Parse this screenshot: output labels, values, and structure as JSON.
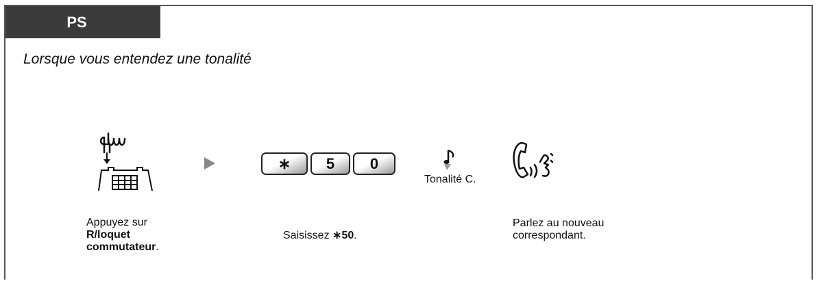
{
  "header": {
    "tab_label": "PS"
  },
  "subtitle": "Lorsque vous entendez une tonalité",
  "steps": {
    "flash": {
      "line1": "Appuyez sur",
      "bold1": "R/loquet",
      "bold2": "commutateur",
      "suffix": "."
    },
    "dial": {
      "keys": [
        "∗",
        "5",
        "0"
      ],
      "prefix": "Saisissez ",
      "code": "∗50",
      "suffix": "."
    },
    "tone": {
      "label": "Tonalité C."
    },
    "talk": {
      "line1": "Parlez au nouveau",
      "line2": "correspondant."
    }
  },
  "colors": {
    "tab_bg": "#3b3b3b",
    "border": "#555555",
    "arrow": "#888888"
  },
  "icons": [
    "hand-press-hookswitch-icon",
    "next-arrow-icon",
    "music-note-icon",
    "handset-talk-icon"
  ]
}
